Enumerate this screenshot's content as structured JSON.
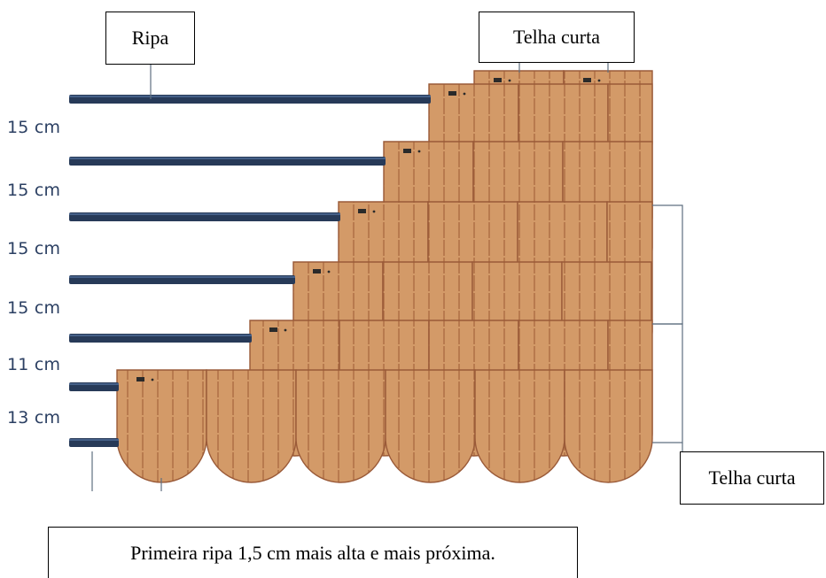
{
  "labels": {
    "ripa": "Ripa",
    "telha_top": "Telha curta",
    "telha_right": "Telha curta",
    "caption": "Primeira ripa 1,5 cm mais alta e mais próxima."
  },
  "spacings": [
    "15 cm",
    "15 cm",
    "15 cm",
    "15 cm",
    "11 cm",
    "13 cm"
  ],
  "colors": {
    "tile_fill": "#d39a68",
    "tile_edge": "#9a5a38",
    "tile_stripe": "#a9683f",
    "batten": "#273a58",
    "label_text": "#2b3f62",
    "leader": "#5f6f80"
  },
  "icons": {
    "roof_tiles": "scalloped-roof-tile-icon",
    "battens": "batten-bar-icon"
  }
}
